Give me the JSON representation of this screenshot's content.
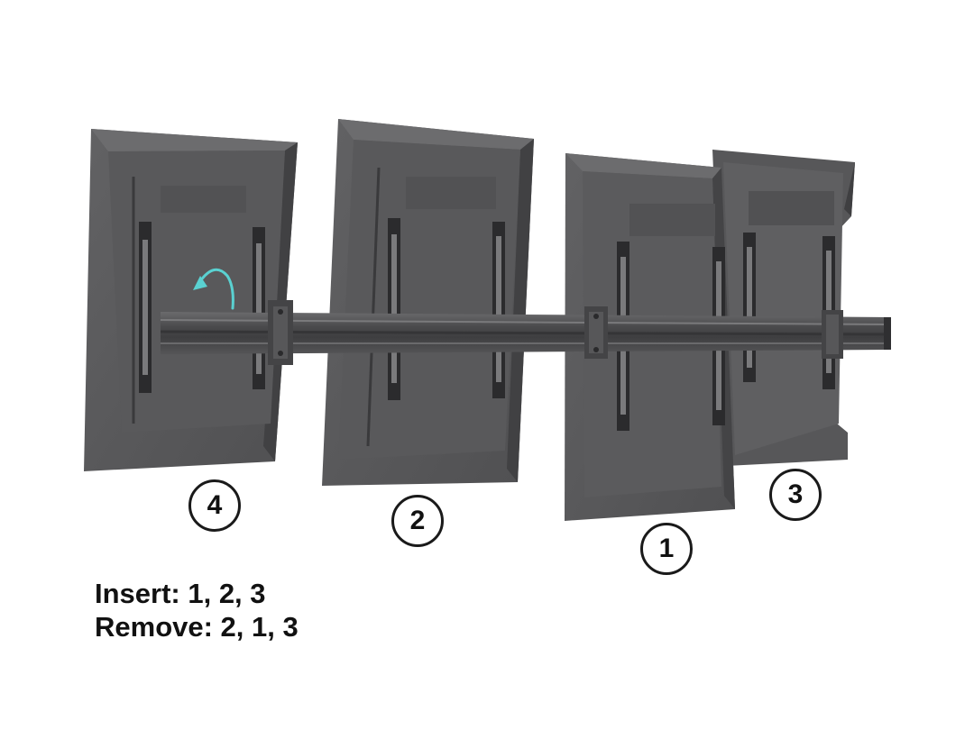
{
  "colors": {
    "display_back": "#5a5a5c",
    "display_edge": "#3c3c3e",
    "display_dark": "#2e2e30",
    "rail": "#4a4a4c",
    "rail_highlight": "#6a6a6c",
    "rotate_arrow": "#5ad1d1",
    "badge_border": "#1a1a1a",
    "text": "#111111"
  },
  "icons": {
    "rotate": "rotate-arrow-icon"
  },
  "steps": {
    "display_4": "4",
    "display_2": "2",
    "display_1": "1",
    "display_3": "3"
  },
  "instructions": {
    "insert": "Insert: 1, 2, 3",
    "remove": "Remove: 2, 1, 3"
  }
}
